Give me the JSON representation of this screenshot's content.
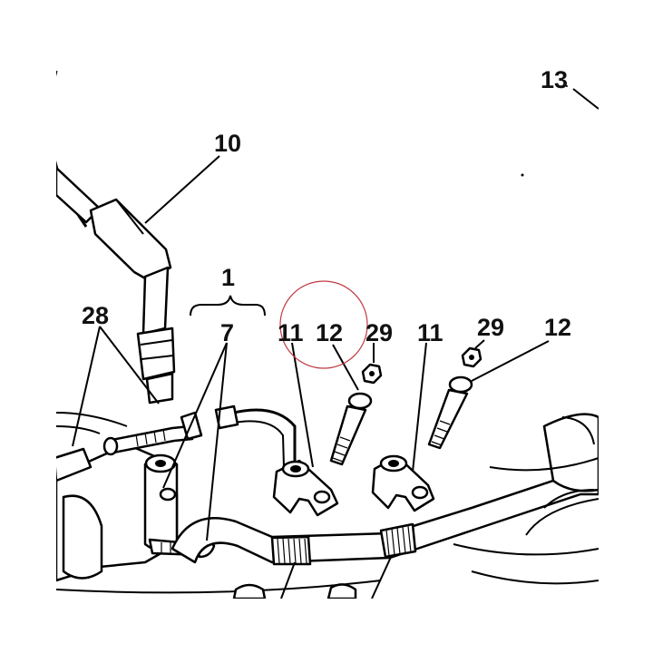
{
  "diagram": {
    "labels": {
      "part_13": "13",
      "part_10": "10",
      "part_1": "1",
      "part_28": "28",
      "part_7": "7",
      "part_11_left": "11",
      "part_12_left": "12",
      "part_29_left": "29",
      "part_11_right": "11",
      "part_29_right": "29",
      "part_12_right": "12"
    },
    "colors": {
      "ink": "#000000",
      "highlight_circle": "#c0393f",
      "background": "#ffffff"
    }
  }
}
